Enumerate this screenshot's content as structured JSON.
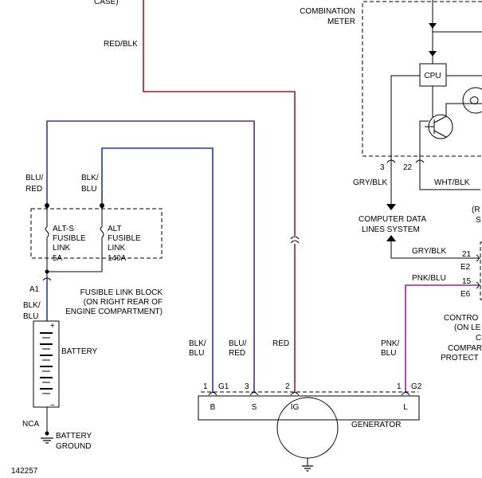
{
  "colors": {
    "red_wire": "#b01818",
    "purple_wire": "#5a2a8a",
    "blue_wire": "#1c3caa",
    "magenta_wire": "#a0209a",
    "gray_wire": "#606060"
  },
  "labels": {
    "case": "CASE)",
    "red_blk": "RED/BLK",
    "combination_1": "COMBINATION",
    "combination_2": "METER",
    "cpu": "CPU",
    "blu_red_1": "BLU/",
    "blu_red_2": "RED",
    "blk_blu_1": "BLK/",
    "blk_blu_2": "BLU",
    "alts_1": "ALT-S",
    "alts_2": "FUSIBLE",
    "alts_3": "LINK",
    "alts_4": "5A",
    "alt_1": "ALT",
    "alt_2": "FUSIBLE",
    "alt_3": "LINK",
    "alt_4": "140A",
    "a1": "A1",
    "flb_1": "FUSIBLE LINK BLOCK",
    "flb_2": "(ON RIGHT REAR OF",
    "flb_3": "ENGINE COMPARTMENT)",
    "blk_blu_batt_1": "BLK/",
    "blk_blu_batt_2": "BLU",
    "battery": "BATTERY",
    "nca": "NCA",
    "battery_ground_1": "BATTERY",
    "battery_ground_2": "GROUND",
    "fig_id": "142257",
    "pin3": "3",
    "pin22": "22",
    "gry_blk": "GRY/BLK",
    "wht_blk": "WHT/BLK",
    "cdls_1": "COMPUTER DATA",
    "cdls_2": "LINES SYSTEM",
    "partial_r": "(R",
    "partial_s": "S",
    "gry_blk_2": "GRY/BLK",
    "pin21": "21",
    "e2": "E2",
    "pnk_blu": "PNK/BLU",
    "pin15": "15",
    "e6": "E6",
    "ctrl_1": "CONTRO",
    "ctrl_2": "(ON LE",
    "ctrl_3": "C",
    "ctrl_4": "COMPAR",
    "ctrl_5": "PROTECT",
    "gen_blk_blu_1": "BLK/",
    "gen_blk_blu_2": "BLU",
    "gen_blu_red_1": "BLU/",
    "gen_blu_red_2": "RED",
    "gen_red": "RED",
    "gen_pnk_blu_1": "PNK/",
    "gen_pnk_blu_2": "BLU",
    "pin1a": "1",
    "g1": "G1",
    "pin3b": "3",
    "pin2": "2",
    "pin1b": "1",
    "g2": "G2",
    "term_b": "B",
    "term_s": "S",
    "term_ig": "IG",
    "term_l": "L",
    "generator": "GENERATOR",
    "plus": "+",
    "minus": "−"
  }
}
